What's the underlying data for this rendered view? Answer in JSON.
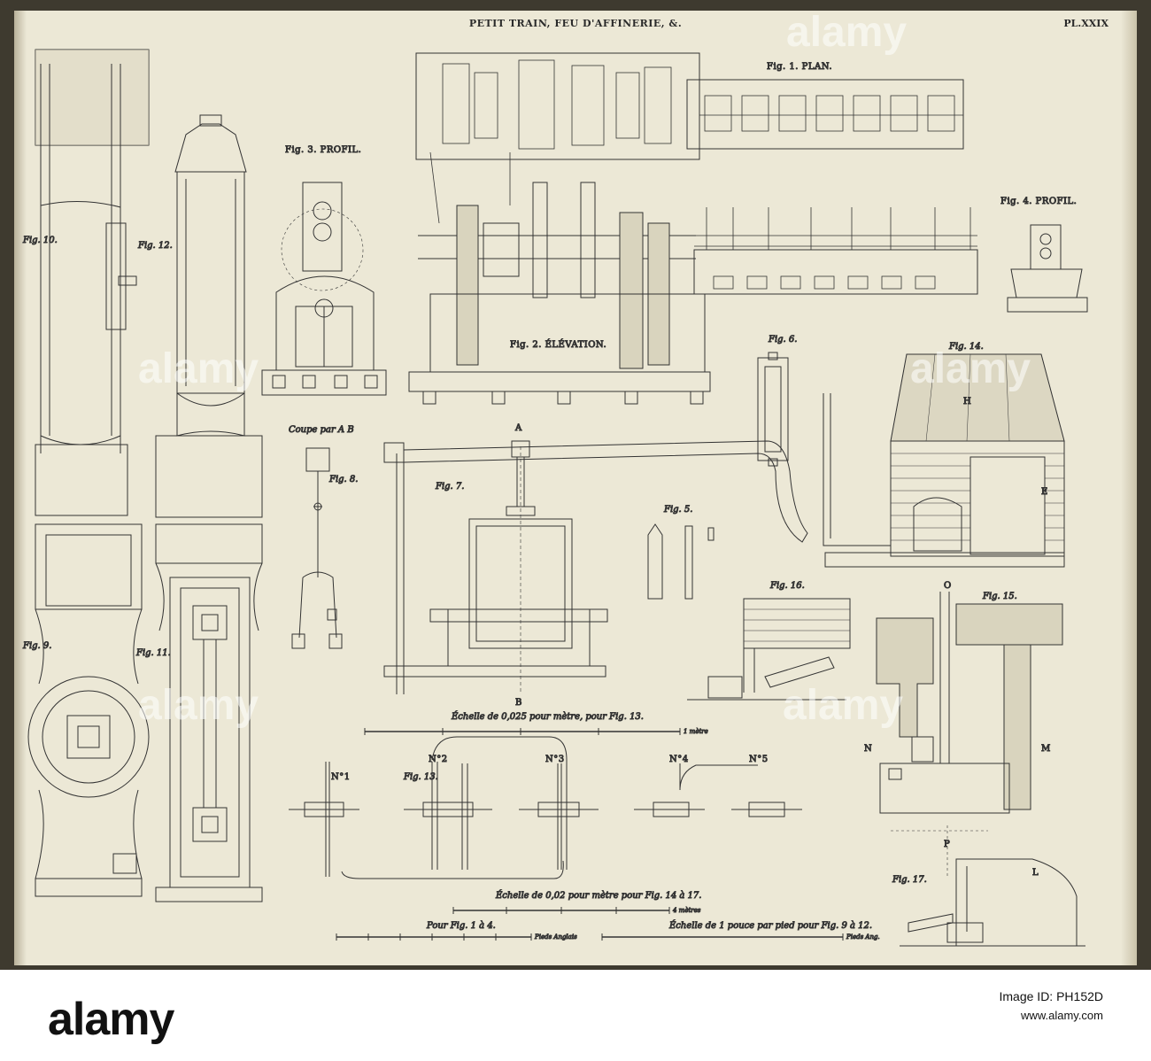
{
  "plate": {
    "title": "PETIT TRAIN, FEU D'AFFINERIE, &.",
    "number": "PL.XXIX",
    "figures": {
      "f1": "Fig. 1. PLAN.",
      "f2": "Fig. 2. ÉLÉVATION.",
      "f3": "Fig. 3. PROFIL.",
      "f4": "Fig. 4. PROFIL.",
      "f5": "Fig. 5.",
      "f6": "Fig. 6.",
      "f7": "Fig. 7.",
      "f8": "Fig. 8.",
      "f9": "Fig. 9.",
      "f10": "Fig. 10.",
      "f11": "Fig. 11.",
      "f12": "Fig. 12.",
      "f13": "Fig. 13.",
      "f14": "Fig. 14.",
      "f15": "Fig. 15.",
      "f16": "Fig. 16.",
      "f17": "Fig. 17."
    },
    "coupe": "Coupe par A B",
    "letters": {
      "a": "A",
      "b": "B",
      "n": "N",
      "m": "M",
      "o": "O",
      "p": "P",
      "l": "L",
      "h": "H",
      "e": "E"
    },
    "numbers": [
      "N°1",
      "N°2",
      "N°3",
      "N°4",
      "N°5"
    ],
    "scales": {
      "s1": "Échelle de 0,025 pour mètre, pour Fig. 13.",
      "s1_end": "1 mètre",
      "s2": "Échelle de 0,02 pour mètre pour Fig. 14 à 17.",
      "s2_end": "4 mètres",
      "s3": "Pour Fig. 1 à 4.",
      "s3_end": "Pieds Anglais",
      "s4": "Échelle de 1 pouce par pied pour Fig. 9 à 12.",
      "s4_end": "Pieds Ang."
    }
  },
  "watermark": "alamy",
  "footer": {
    "logo": "alamy",
    "image_id": "Image ID: PH152D",
    "site": "www.alamy.com"
  }
}
